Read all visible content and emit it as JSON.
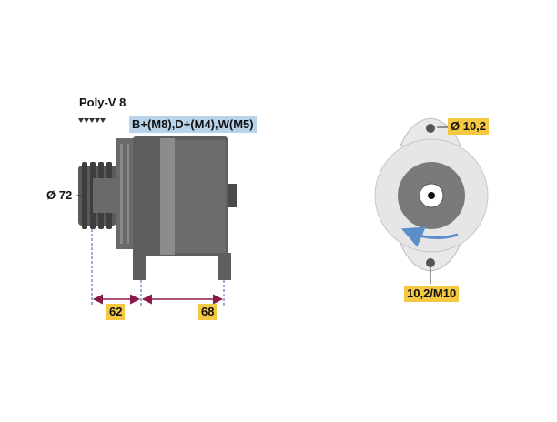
{
  "labels": {
    "belt": "Poly-V 8",
    "terminals": "B+(M8),D+(M4),W(M5)",
    "pulley_diameter": "Ø 72",
    "dim_left": "62",
    "dim_right": "68",
    "hole_diameter": "Ø 10,2",
    "bottom_hole": "10,2/M10"
  },
  "colors": {
    "highlight_yellow": "#f5c842",
    "highlight_blue": "#b9d3ea",
    "dimension_line": "#8b1a4a",
    "housing_dark": "#555555",
    "housing_mid": "#777777",
    "front_light": "#e6e6e6",
    "rotation_arrow": "#5b8fc9"
  }
}
